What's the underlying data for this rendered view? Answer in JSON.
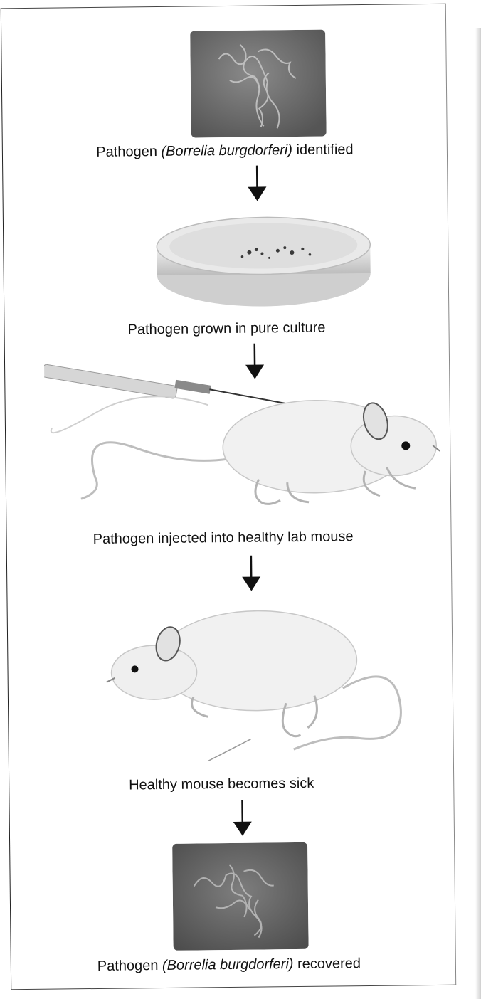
{
  "steps": [
    {
      "pre": "Pathogen ",
      "italic": "(Borrelia burgdorferi)",
      "post": " identified",
      "icon": "micrograph-icon"
    },
    {
      "pre": "Pathogen grown in pure culture",
      "italic": "",
      "post": "",
      "icon": "petri-dish-icon"
    },
    {
      "pre": "Pathogen injected into healthy lab mouse",
      "italic": "",
      "post": "",
      "icon": "syringe-mouse-icon"
    },
    {
      "pre": "Healthy mouse becomes sick",
      "italic": "",
      "post": "",
      "icon": "sick-mouse-icon"
    },
    {
      "pre": "Pathogen ",
      "italic": "(Borrelia burgdorferi)",
      "post": " recovered",
      "icon": "micrograph-icon"
    }
  ],
  "colors": {
    "micrograph": "#6f6f6f",
    "line": "#222222",
    "text": "#111111"
  }
}
